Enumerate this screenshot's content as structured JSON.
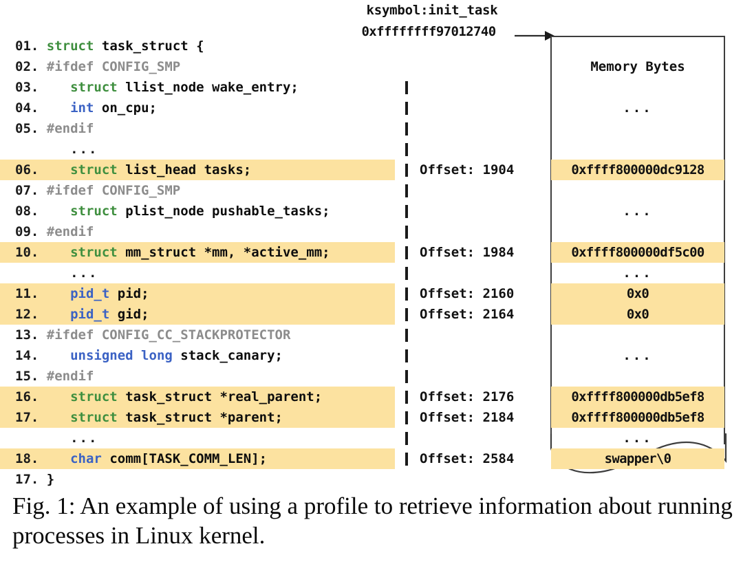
{
  "figure": {
    "header": {
      "symbol_label": "ksymbol:init_task",
      "address": "0xffffffff97012740"
    },
    "memory_box": {
      "title": "Memory Bytes",
      "ellipsis": "..."
    },
    "caption": "Fig. 1: An example of using a profile to retrieve information about running processes in Linux kernel.",
    "colors": {
      "highlight": "#fce2a0",
      "keyword_struct": "#3f8f3f",
      "keyword_type": "#3b62c4",
      "preprocessor": "#8c8c8c",
      "text": "#111111",
      "border": "#3d3d3d"
    },
    "rows": [
      {
        "id": "r-title",
        "kind": "code",
        "lineno": "01.",
        "indent": 0,
        "tokens": [
          {
            "t": "struct",
            "c": "kw-struct"
          },
          {
            "t": " ",
            "c": "plain"
          },
          {
            "t": "task_struct {",
            "c": "ident"
          }
        ],
        "highlight": false,
        "tick": false,
        "offset": "",
        "memvalue": "",
        "memkind": "none"
      },
      {
        "id": "r-memtitle",
        "kind": "code",
        "lineno": "02.",
        "indent": 0,
        "tokens": [
          {
            "t": "#ifdef CONFIG_SMP",
            "c": "pre"
          }
        ],
        "highlight": false,
        "tick": false,
        "offset": "",
        "memvalue": "Memory Bytes",
        "memkind": "title"
      },
      {
        "id": "r-03",
        "kind": "code",
        "lineno": "03.",
        "indent": 1,
        "tokens": [
          {
            "t": "struct",
            "c": "kw-struct"
          },
          {
            "t": " ",
            "c": "plain"
          },
          {
            "t": "llist_node wake_entry;",
            "c": "ident"
          }
        ],
        "highlight": false,
        "tick": true,
        "offset": "",
        "memvalue": "",
        "memkind": "none"
      },
      {
        "id": "r-04",
        "kind": "code",
        "lineno": "04.",
        "indent": 1,
        "tokens": [
          {
            "t": "int",
            "c": "kw-type"
          },
          {
            "t": " ",
            "c": "plain"
          },
          {
            "t": "on_cpu;",
            "c": "ident"
          }
        ],
        "highlight": false,
        "tick": true,
        "offset": "",
        "memvalue": "...",
        "memkind": "dots"
      },
      {
        "id": "r-05",
        "kind": "code",
        "lineno": "05.",
        "indent": 0,
        "tokens": [
          {
            "t": "#endif",
            "c": "pre"
          }
        ],
        "highlight": false,
        "tick": true,
        "offset": "",
        "memvalue": "",
        "memkind": "none"
      },
      {
        "id": "r-gap1",
        "kind": "ellipsis",
        "lineno": "",
        "indent": 1,
        "tokens": [
          {
            "t": "...",
            "c": "dots-code"
          }
        ],
        "highlight": false,
        "tick": true,
        "offset": "",
        "memvalue": "",
        "memkind": "none"
      },
      {
        "id": "r-06",
        "kind": "code",
        "lineno": "06.",
        "indent": 1,
        "tokens": [
          {
            "t": "struct",
            "c": "kw-struct"
          },
          {
            "t": " ",
            "c": "plain"
          },
          {
            "t": "list_head tasks;",
            "c": "ident"
          }
        ],
        "highlight": true,
        "tick": true,
        "offset": "Offset: 1904",
        "memvalue": "0xffff800000dc9128",
        "memkind": "value"
      },
      {
        "id": "r-07",
        "kind": "code",
        "lineno": "07.",
        "indent": 0,
        "tokens": [
          {
            "t": "#ifdef CONFIG_SMP",
            "c": "pre"
          }
        ],
        "highlight": false,
        "tick": true,
        "offset": "",
        "memvalue": "",
        "memkind": "none"
      },
      {
        "id": "r-08",
        "kind": "code",
        "lineno": "08.",
        "indent": 1,
        "tokens": [
          {
            "t": "struct",
            "c": "kw-struct"
          },
          {
            "t": " ",
            "c": "plain"
          },
          {
            "t": "plist_node pushable_tasks;",
            "c": "ident"
          }
        ],
        "highlight": false,
        "tick": true,
        "offset": "",
        "memvalue": "...",
        "memkind": "dots"
      },
      {
        "id": "r-09",
        "kind": "code",
        "lineno": "09.",
        "indent": 0,
        "tokens": [
          {
            "t": "#endif",
            "c": "pre"
          }
        ],
        "highlight": false,
        "tick": true,
        "offset": "",
        "memvalue": "",
        "memkind": "none"
      },
      {
        "id": "r-10",
        "kind": "code",
        "lineno": "10.",
        "indent": 1,
        "tokens": [
          {
            "t": "struct",
            "c": "kw-struct"
          },
          {
            "t": " ",
            "c": "plain"
          },
          {
            "t": "mm_struct *mm, *active_mm;",
            "c": "ident"
          }
        ],
        "highlight": true,
        "tick": true,
        "offset": "Offset: 1984",
        "memvalue": "0xffff800000df5c00",
        "memkind": "value"
      },
      {
        "id": "r-gap2",
        "kind": "ellipsis",
        "lineno": "",
        "indent": 1,
        "tokens": [
          {
            "t": "...",
            "c": "dots-code"
          }
        ],
        "highlight": false,
        "tick": true,
        "offset": "",
        "memvalue": "...",
        "memkind": "dots"
      },
      {
        "id": "r-11",
        "kind": "code",
        "lineno": "11.",
        "indent": 1,
        "tokens": [
          {
            "t": "pid_t",
            "c": "kw-type"
          },
          {
            "t": " ",
            "c": "plain"
          },
          {
            "t": "pid;",
            "c": "ident"
          }
        ],
        "highlight": true,
        "tick": true,
        "offset": "Offset: 2160",
        "memvalue": "0x0",
        "memkind": "value"
      },
      {
        "id": "r-12",
        "kind": "code",
        "lineno": "12.",
        "indent": 1,
        "tokens": [
          {
            "t": "pid_t",
            "c": "kw-type"
          },
          {
            "t": " ",
            "c": "plain"
          },
          {
            "t": "gid;",
            "c": "ident"
          }
        ],
        "highlight": true,
        "tick": true,
        "offset": "Offset: 2164",
        "memvalue": "0x0",
        "memkind": "value"
      },
      {
        "id": "r-13",
        "kind": "code",
        "lineno": "13.",
        "indent": 0,
        "tokens": [
          {
            "t": "#ifdef CONFIG_CC_STACKPROTECTOR",
            "c": "pre"
          }
        ],
        "highlight": false,
        "tick": true,
        "offset": "",
        "memvalue": "",
        "memkind": "none"
      },
      {
        "id": "r-14",
        "kind": "code",
        "lineno": "14.",
        "indent": 1,
        "tokens": [
          {
            "t": "unsigned long",
            "c": "kw-type"
          },
          {
            "t": " ",
            "c": "plain"
          },
          {
            "t": "stack_canary;",
            "c": "ident"
          }
        ],
        "highlight": false,
        "tick": true,
        "offset": "",
        "memvalue": "...",
        "memkind": "dots"
      },
      {
        "id": "r-15",
        "kind": "code",
        "lineno": "15.",
        "indent": 0,
        "tokens": [
          {
            "t": "#endif",
            "c": "pre"
          }
        ],
        "highlight": false,
        "tick": true,
        "offset": "",
        "memvalue": "",
        "memkind": "none"
      },
      {
        "id": "r-16",
        "kind": "code",
        "lineno": "16.",
        "indent": 1,
        "tokens": [
          {
            "t": "struct",
            "c": "kw-struct"
          },
          {
            "t": " ",
            "c": "plain"
          },
          {
            "t": "task_struct *real_parent;",
            "c": "ident"
          }
        ],
        "highlight": true,
        "tick": true,
        "offset": "Offset: 2176",
        "memvalue": "0xffff800000db5ef8",
        "memkind": "value"
      },
      {
        "id": "r-17",
        "kind": "code",
        "lineno": "17.",
        "indent": 1,
        "tokens": [
          {
            "t": "struct",
            "c": "kw-struct"
          },
          {
            "t": " ",
            "c": "plain"
          },
          {
            "t": "task_struct *parent;",
            "c": "ident"
          }
        ],
        "highlight": true,
        "tick": true,
        "offset": "Offset: 2184",
        "memvalue": "0xffff800000db5ef8",
        "memkind": "value"
      },
      {
        "id": "r-gap3",
        "kind": "ellipsis",
        "lineno": "",
        "indent": 1,
        "tokens": [
          {
            "t": "...",
            "c": "dots-code"
          }
        ],
        "highlight": false,
        "tick": true,
        "offset": "",
        "memvalue": "...",
        "memkind": "dots"
      },
      {
        "id": "r-18",
        "kind": "code",
        "lineno": "18.",
        "indent": 1,
        "tokens": [
          {
            "t": "char",
            "c": "kw-type"
          },
          {
            "t": " ",
            "c": "plain"
          },
          {
            "t": "comm[TASK_COMM_LEN];",
            "c": "ident"
          }
        ],
        "highlight": true,
        "tick": true,
        "offset": "Offset: 2584",
        "memvalue": "swapper\\0",
        "memkind": "value"
      },
      {
        "id": "r-close",
        "kind": "code",
        "lineno": "17.",
        "indent": 0,
        "tokens": [
          {
            "t": "}",
            "c": "ident"
          }
        ],
        "highlight": false,
        "tick": false,
        "offset": "",
        "memvalue": "",
        "memkind": "none"
      }
    ]
  }
}
